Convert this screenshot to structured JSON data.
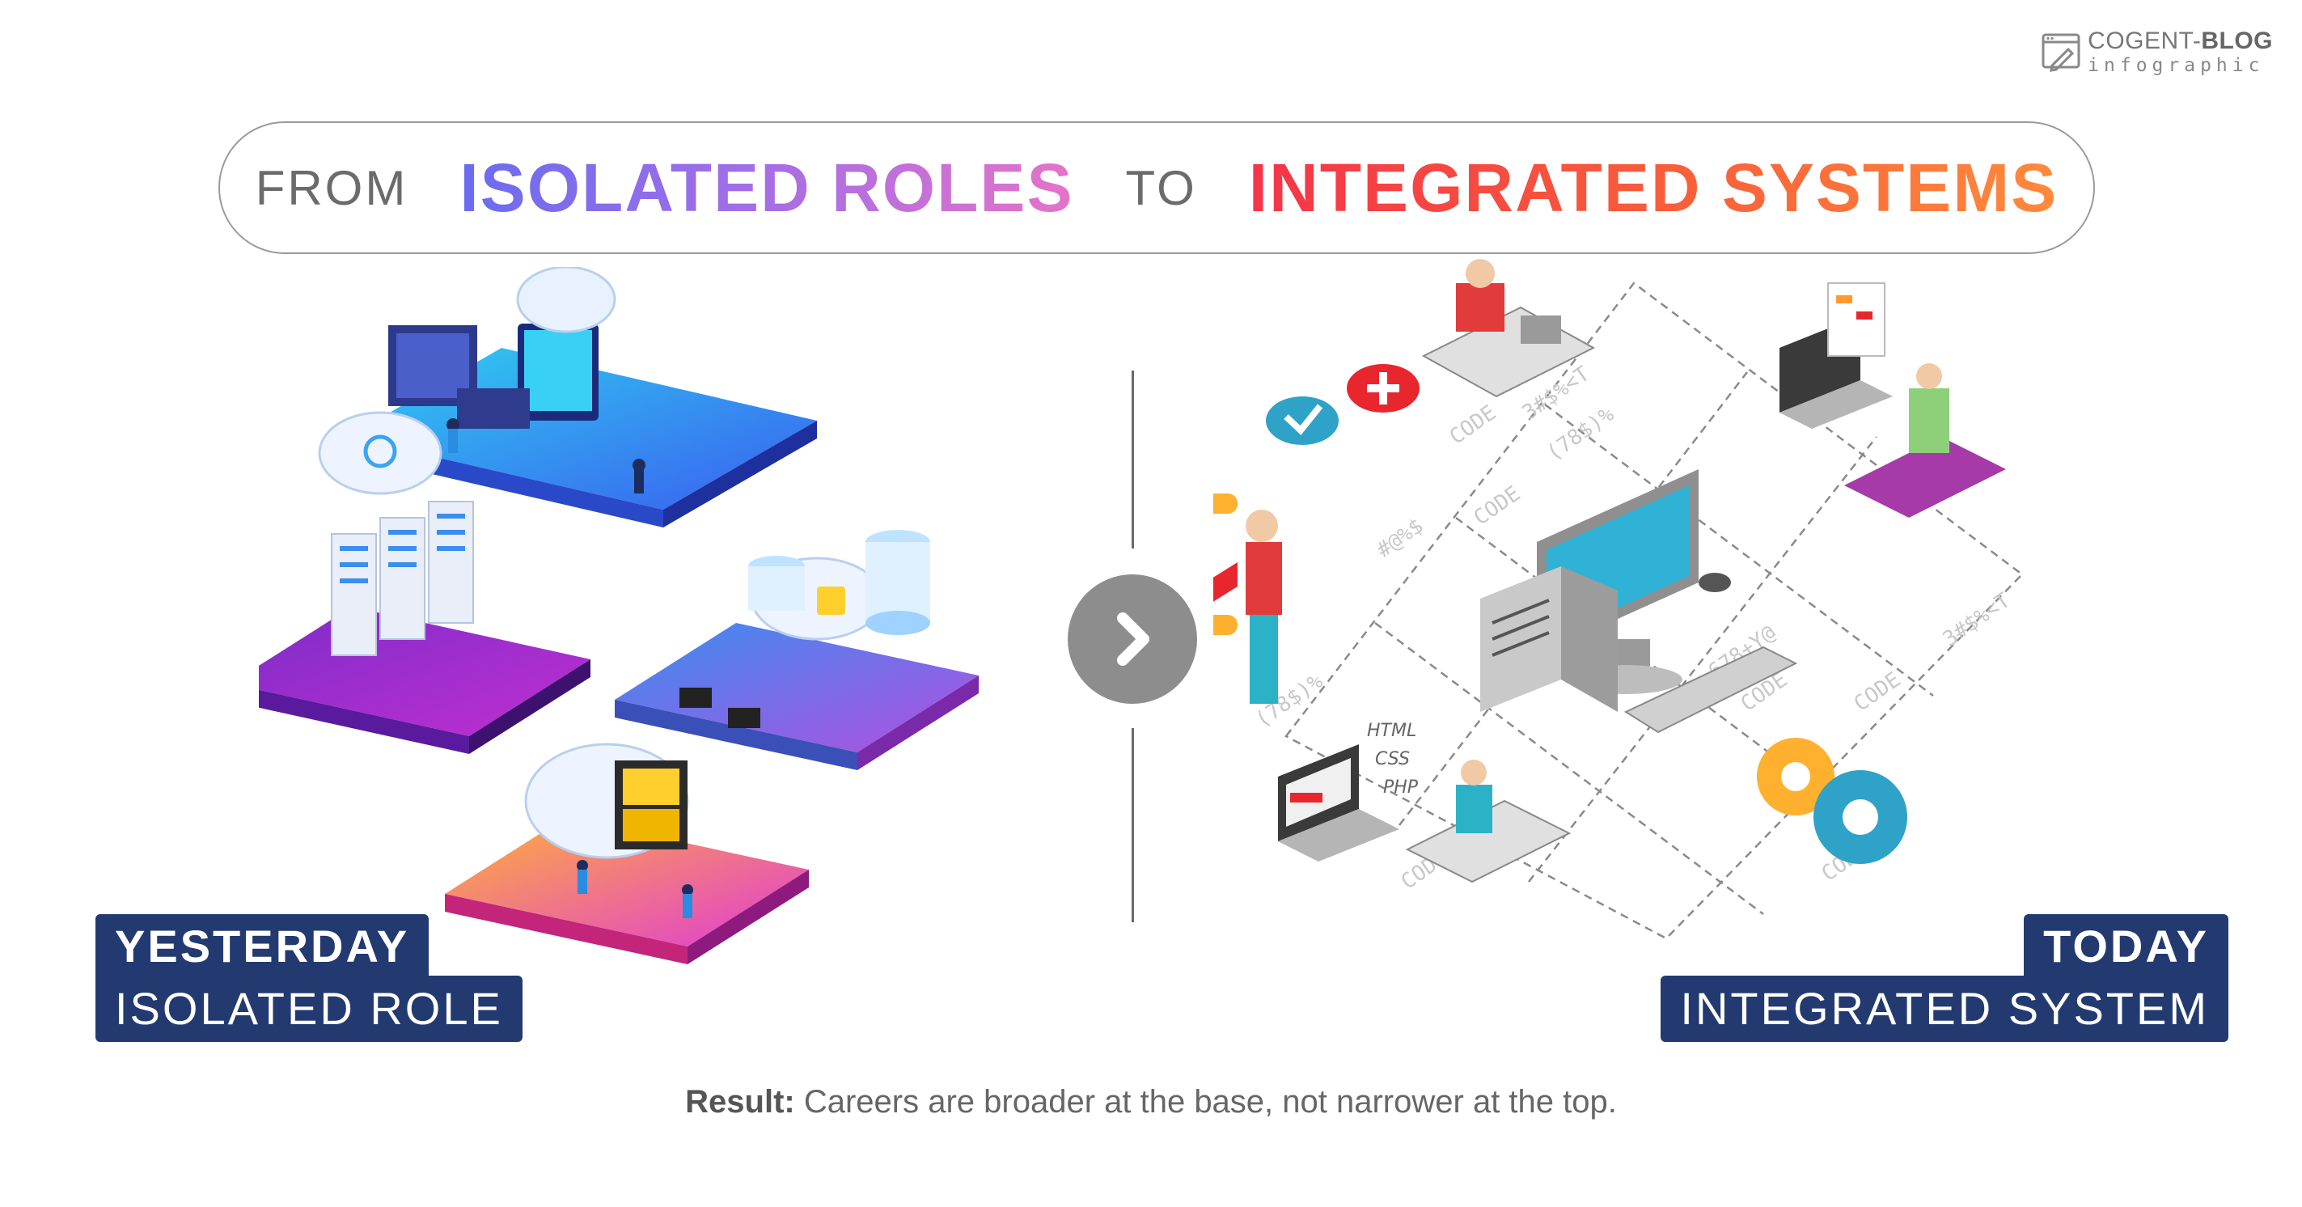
{
  "brand": {
    "name_part1": "COGENT-",
    "name_part2": "BLOG",
    "subtitle": "infographic",
    "icon": "browser-pencil-icon"
  },
  "headline": {
    "from": "FROM",
    "left_phrase": "ISOLATED ROLES",
    "to": "TO",
    "right_phrase": "INTEGRATED SYSTEMS"
  },
  "left_panel": {
    "label_top": "YESTERDAY",
    "label_bottom": "ISOLATED ROLE"
  },
  "right_panel": {
    "label_top": "TODAY",
    "label_bottom": "INTEGRATED SYSTEM",
    "code_words": [
      "CODE",
      "CODE",
      "CODE",
      "CODE",
      "CODE",
      "CODE"
    ],
    "code_symbols": [
      "#@%$",
      "3#$%<T",
      "(78$)%",
      "678+Y@",
      "3#$%<T",
      "(78$)%"
    ],
    "laptop_tags": [
      "HTML",
      "CSS",
      "PHP"
    ]
  },
  "arrow_icon": "chevron-right-icon",
  "result": {
    "prefix": "Result:",
    "text": " Careers are broader at the base, not narrower at the top."
  },
  "colors": {
    "navy": "#233a71",
    "left_gradient": [
      "#6a6cf0",
      "#e573c8"
    ],
    "right_gradient": [
      "#f4354a",
      "#ff8a3c"
    ],
    "arrow_gray": "#8d8d8d"
  }
}
